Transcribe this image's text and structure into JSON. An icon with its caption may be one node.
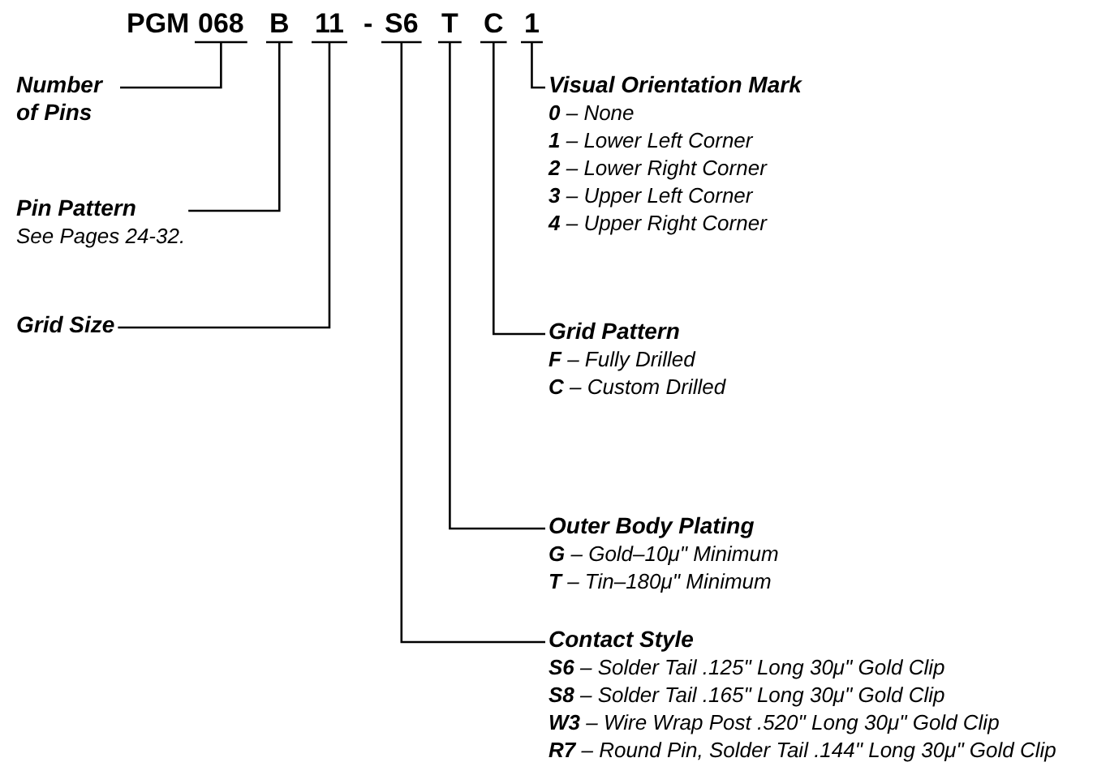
{
  "diagram": {
    "nodes": [
      {
        "text": [
          "068"
        ]
      },
      {
        "text": [
          "B"
        ]
      },
      {
        "text": [
          "11"
        ]
      },
      {
        "text": [
          "S6"
        ]
      },
      {
        "text": [
          "T"
        ]
      },
      {
        "text": [
          "C"
        ]
      },
      {
        "text": [
          "1"
        ]
      },
      {
        "text": [
          "Number of Pins"
        ]
      },
      {
        "text": [
          "Pin Pattern",
          "See Pages 24-32."
        ]
      },
      {
        "text": [
          "Grid Size"
        ]
      },
      {
        "text": [
          "Visual Orientation Mark",
          "**0** – None",
          "**1** – Lower Left Corner",
          "**2** – Lower Right Corner",
          "**3** – Upper Left Corner",
          "**4** – Upper Right Corner"
        ]
      },
      {
        "text": [
          "Grid Pattern",
          "**F** – Fully Drilled",
          "**C** – Custom Drilled"
        ]
      },
      {
        "text": [
          "Outer Body Plating",
          "**G** – Gold–10μ\" Minimum",
          "**T** – Tin–180μ\" Minimum"
        ]
      },
      {
        "text": [
          "Contact Style",
          "**S6** – Solder Tail .125\" Long 30μ\" Gold Clip",
          "**S8** – Solder Tail .165\" Long 30μ\" Gold Clip",
          "**W3** – Wire Wrap Post .520\" Long 30μ\" Gold Clip",
          "**R7** – Round Pin, Solder Tail .144\" Long 30μ\" Gold Clip"
        ]
      }
    ],
    "edges": [
      {
        "from": 0,
        "to": 7,
        "arrow": "none"
      },
      {
        "from": 1,
        "to": 8,
        "arrow": "none"
      },
      {
        "from": 2,
        "to": 9,
        "arrow": "none"
      },
      {
        "from": 6,
        "to": 10,
        "arrow": "none"
      },
      {
        "from": 5,
        "to": 11,
        "arrow": "none"
      },
      {
        "from": 4,
        "to": 12,
        "arrow": "none"
      },
      {
        "from": 3,
        "to": 13,
        "arrow": "none"
      }
    ],
    "labels": [
      "PGM",
      "-"
    ]
  }
}
